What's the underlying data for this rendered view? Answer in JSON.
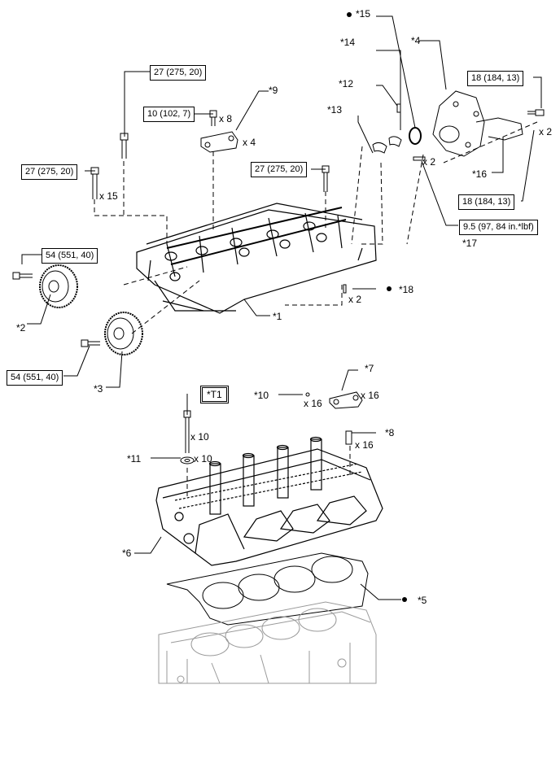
{
  "torque": {
    "t27_a": "27 (275, 20)",
    "t10": "10 (102, 7)",
    "t27_b": "27 (275, 20)",
    "t27_c": "27 (275, 20)",
    "t54_a": "54 (551, 40)",
    "t54_b": "54 (551, 40)",
    "t18_a": "18 (184, 13)",
    "t18_b": "18 (184, 13)",
    "t9_5": "9.5 (97, 84 in.*lbf)"
  },
  "tool": {
    "t1": "*T1"
  },
  "callouts": {
    "c1": "*1",
    "c2": "*2",
    "c3": "*3",
    "c4": "*4",
    "c5": "*5",
    "c6": "*6",
    "c7": "*7",
    "c8": "*8",
    "c9": "*9",
    "c10": "*10",
    "c11": "*11",
    "c12": "*12",
    "c13": "*13",
    "c14": "*14",
    "c15": "*15",
    "c16": "*16",
    "c17": "*17",
    "c18": "*18"
  },
  "qty": {
    "x8": "x 8",
    "x4": "x 4",
    "x2_a": "x 2",
    "x2_b": "x 2",
    "x15": "x 15",
    "x2_c": "x 2",
    "x16_a": "x 16",
    "x16_b": "x 16",
    "x10_a": "x 10",
    "x16_c": "x 16",
    "x10_b": "x 10"
  }
}
